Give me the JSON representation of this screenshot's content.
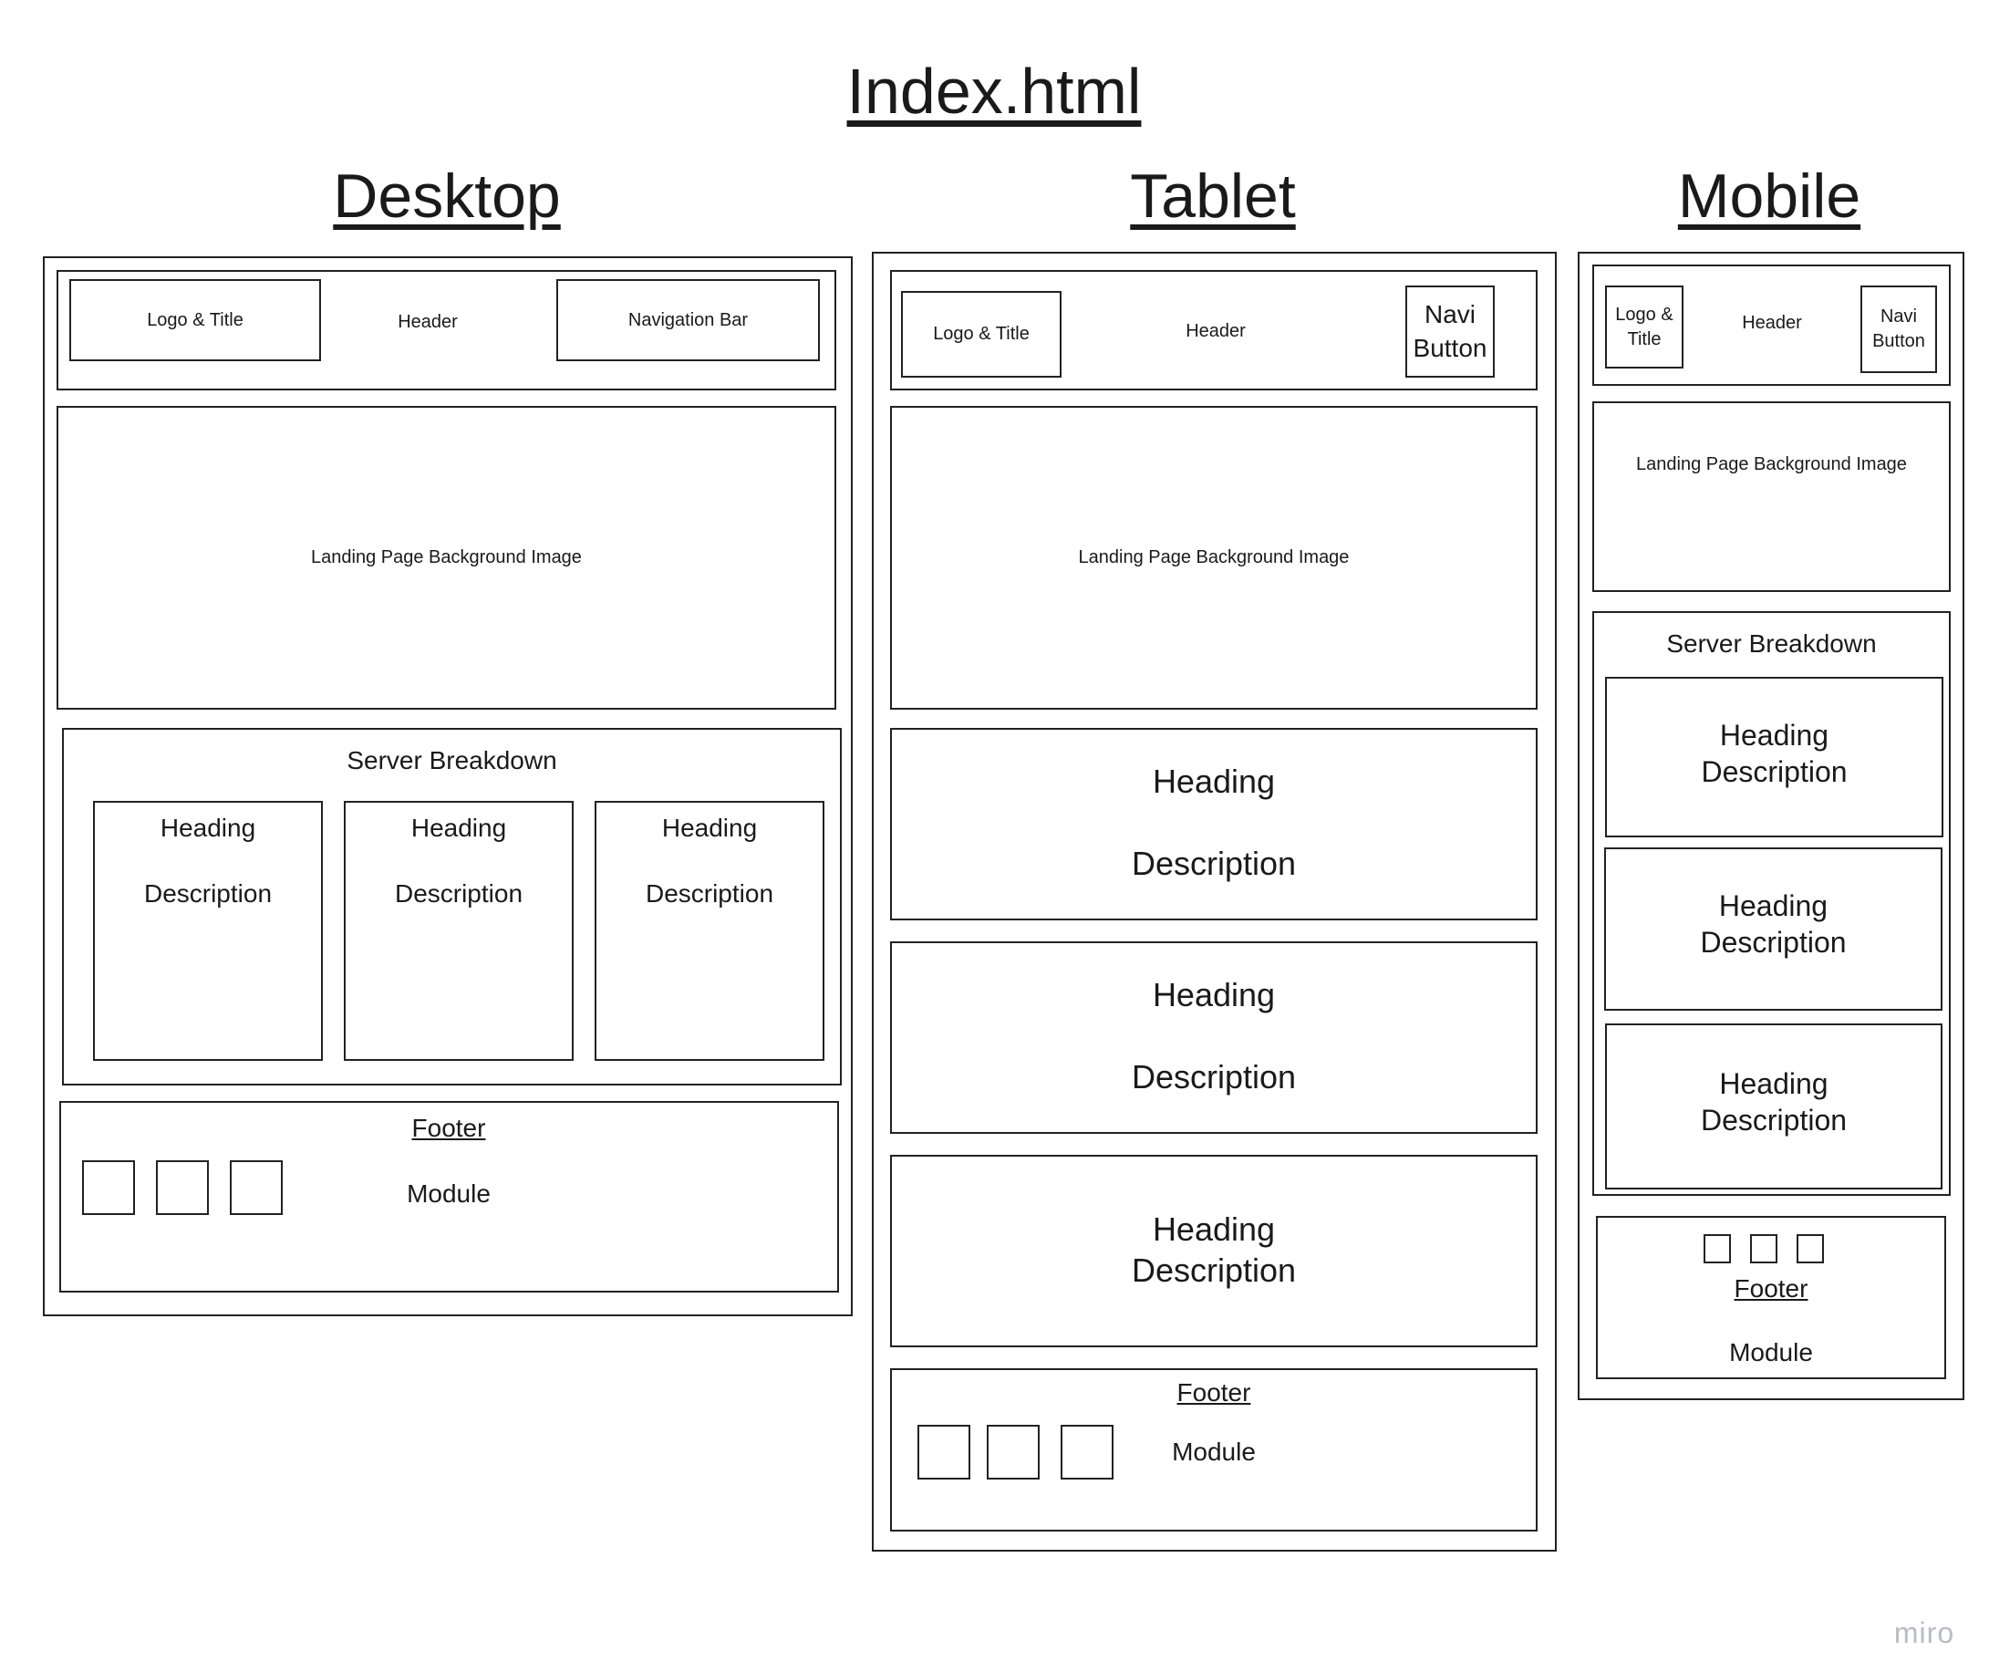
{
  "page_title": "Index.html",
  "columns": {
    "desktop": "Desktop",
    "tablet": "Tablet",
    "mobile": "Mobile"
  },
  "labels": {
    "logo_title": "Logo & Title",
    "header": "Header",
    "nav_bar": "Navigation Bar",
    "navi_button": "Navi Button",
    "landing_image": "Landing Page Background Image",
    "server_breakdown": "Server Breakdown",
    "heading": "Heading",
    "description": "Description",
    "footer": "Footer",
    "module": "Module"
  },
  "watermark": "miro"
}
